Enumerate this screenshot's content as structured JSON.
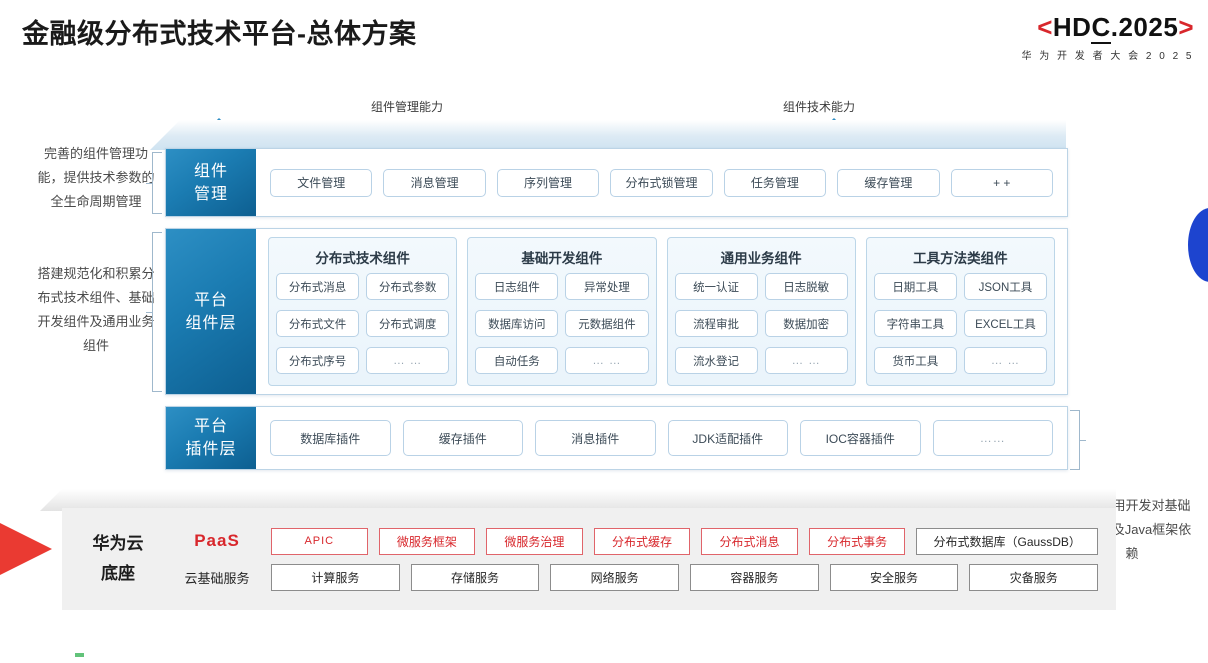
{
  "header": {
    "title": "金融级分布式技术平台-总体方案",
    "logo_left_bracket": "<",
    "logo_text_a": "HD",
    "logo_text_b": "C",
    "logo_text_c": ".2025",
    "logo_right_bracket": ">",
    "logo_subtitle": "华 为 开 发 者 大 会 2 0 2 5"
  },
  "callouts": {
    "left_arrow_label": "组件管理能力",
    "right_arrow_label": "组件技术能力"
  },
  "annotations": {
    "left_top": "完善的组件管理功能，提供技术参数的全生命周期管理",
    "left_bottom": "搭建规范化和积累分布式技术组件、基础开发组件及通用业务组件",
    "right": "解耦应用开发对基础中间件及Java框架依赖"
  },
  "layers": [
    {
      "id": "component-management",
      "label": "组件\n管理",
      "label_line1": "组件",
      "label_line2": "管理",
      "items": [
        "文件管理",
        "消息管理",
        "序列管理",
        "分布式锁管理",
        "任务管理",
        "缓存管理",
        "+ +"
      ]
    },
    {
      "id": "platform-component-layer",
      "label_line1": "平台",
      "label_line2": "组件层",
      "groups": [
        {
          "title": "分布式技术组件",
          "items": [
            "分布式消息",
            "分布式参数",
            "分布式文件",
            "分布式调度",
            "分布式序号",
            "… …"
          ]
        },
        {
          "title": "基础开发组件",
          "items": [
            "日志组件",
            "异常处理",
            "数据库访问",
            "元数据组件",
            "自动任务",
            "… …"
          ]
        },
        {
          "title": "通用业务组件",
          "items": [
            "统一认证",
            "日志脱敏",
            "流程审批",
            "数据加密",
            "流水登记",
            "… …"
          ]
        },
        {
          "title": "工具方法类组件",
          "items": [
            "日期工具",
            "JSON工具",
            "字符串工具",
            "EXCEL工具",
            "货币工具",
            "… …"
          ]
        }
      ]
    },
    {
      "id": "platform-plugin-layer",
      "label_line1": "平台",
      "label_line2": "插件层",
      "items": [
        "数据库插件",
        "缓存插件",
        "消息插件",
        "JDK适配插件",
        "IOC容器插件",
        "……"
      ]
    }
  ],
  "base": {
    "title_line1": "华为云",
    "title_line2": "底座",
    "paas_label": "PaaS",
    "cloud_label": "云基础服务",
    "paas_items": [
      {
        "text": "APIC",
        "style": "red-small"
      },
      {
        "text": "微服务框架",
        "style": "red"
      },
      {
        "text": "微服务治理",
        "style": "red"
      },
      {
        "text": "分布式缓存",
        "style": "red"
      },
      {
        "text": "分布式消息",
        "style": "red"
      },
      {
        "text": "分布式事务",
        "style": "red"
      },
      {
        "text": "分布式数据库（GaussDB）",
        "style": "gray-wide"
      }
    ],
    "cloud_items": [
      "计算服务",
      "存储服务",
      "网络服务",
      "容器服务",
      "安全服务",
      "灾备服务"
    ]
  },
  "colors": {
    "brand_red": "#d8272c",
    "layer_blue": "#1b7cb2",
    "accent_blue": "#1d44cf",
    "chip_border": "#b9d2e6"
  }
}
